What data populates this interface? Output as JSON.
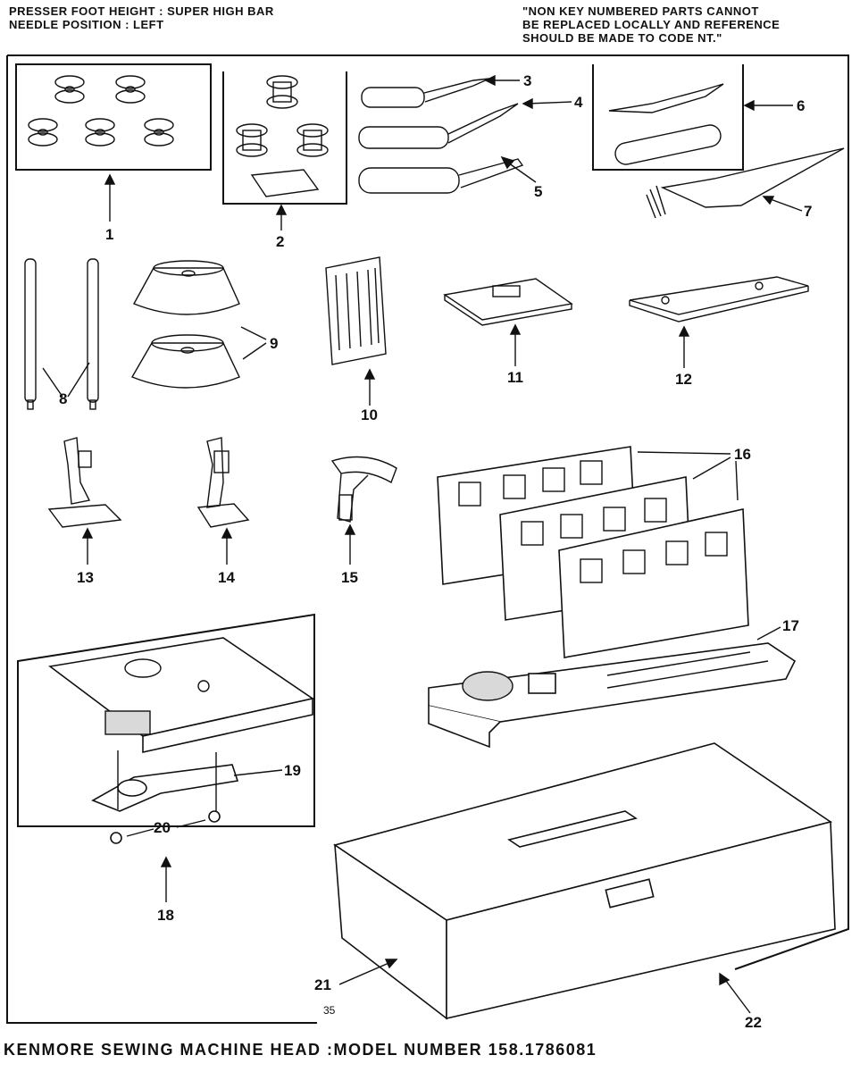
{
  "header": {
    "left_lines": [
      "PRESSER FOOT HEIGHT : SUPER HIGH BAR",
      "NEEDLE POSITION : LEFT"
    ],
    "right_lines": [
      "\"NON KEY NUMBERED PARTS CANNOT",
      "BE REPLACED LOCALLY AND REFERENCE",
      "SHOULD BE MADE TO CODE NT.\""
    ]
  },
  "callouts": [
    "1",
    "2",
    "3",
    "4",
    "5",
    "6",
    "7",
    "8",
    "9",
    "10",
    "11",
    "12",
    "13",
    "14",
    "15",
    "16",
    "17",
    "18",
    "19",
    "20",
    "21",
    "22"
  ],
  "page_number": "35",
  "footer": "KENMORE SEWING MACHINE HEAD :MODEL NUMBER 158.1786081"
}
